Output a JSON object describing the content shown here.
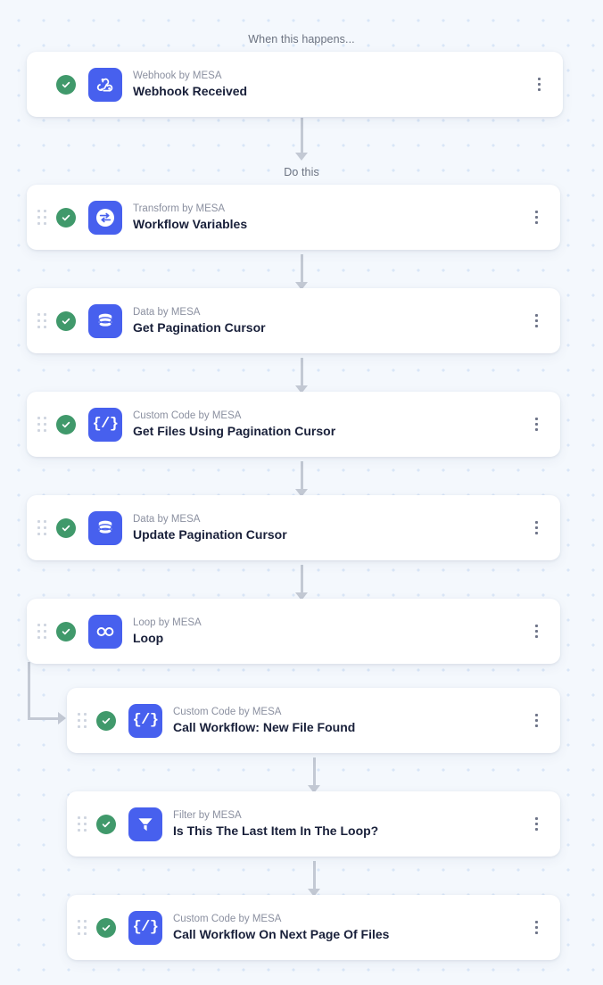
{
  "labels": {
    "trigger_section": "When this happens...",
    "action_section": "Do this"
  },
  "theme": {
    "canvas_bg": "#f4f8fd",
    "dot_color": "#d9e6f7",
    "card_bg": "#ffffff",
    "accent_blue": "#4760ee",
    "status_green": "#40996b",
    "connector_gray": "#c3c9d4",
    "title_color": "#19203a",
    "subtitle_color": "#8b90a0"
  },
  "steps": [
    {
      "id": "webhook-received",
      "subtitle": "Webhook by MESA",
      "title": "Webhook Received",
      "icon": "webhook-icon",
      "status": "success",
      "kind": "trigger",
      "nested": false
    },
    {
      "id": "workflow-variables",
      "subtitle": "Transform by MESA",
      "title": "Workflow Variables",
      "icon": "transform-icon",
      "status": "success",
      "kind": "action",
      "nested": false
    },
    {
      "id": "get-pagination-cursor",
      "subtitle": "Data by MESA",
      "title": "Get Pagination Cursor",
      "icon": "database-icon",
      "status": "success",
      "kind": "action",
      "nested": false
    },
    {
      "id": "get-files-using-pagination-cursor",
      "subtitle": "Custom Code by MESA",
      "title": "Get Files Using Pagination Cursor",
      "icon": "code-icon",
      "status": "success",
      "kind": "action",
      "nested": false
    },
    {
      "id": "update-pagination-cursor",
      "subtitle": "Data by MESA",
      "title": "Update Pagination Cursor",
      "icon": "database-icon",
      "status": "success",
      "kind": "action",
      "nested": false
    },
    {
      "id": "loop",
      "subtitle": "Loop by MESA",
      "title": "Loop",
      "icon": "infinity-icon",
      "status": "success",
      "kind": "action",
      "nested": false
    },
    {
      "id": "call-workflow-new-file-found",
      "subtitle": "Custom Code by MESA",
      "title": "Call Workflow: New File Found",
      "icon": "code-icon",
      "status": "success",
      "kind": "action",
      "nested": true
    },
    {
      "id": "is-this-the-last-item-in-the-loop",
      "subtitle": "Filter by MESA",
      "title": "Is This The Last Item In The Loop?",
      "icon": "filter-icon",
      "status": "success",
      "kind": "action",
      "nested": true
    },
    {
      "id": "call-workflow-on-next-page-of-files",
      "subtitle": "Custom Code by MESA",
      "title": "Call Workflow On Next Page Of Files",
      "icon": "code-icon",
      "status": "success",
      "kind": "action",
      "nested": true
    }
  ],
  "code_icon_glyph": "{/}"
}
